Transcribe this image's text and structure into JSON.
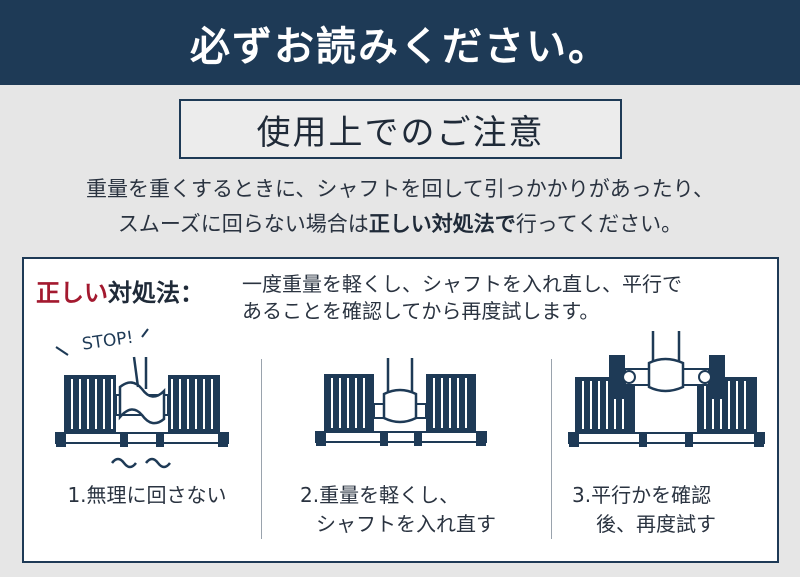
{
  "header": {
    "title": "必ずお読みください。"
  },
  "subtitle": "使用上でのご注意",
  "intro": {
    "line1": "重量を重くするときに、シャフトを回して引っかかりがあったり、",
    "line2_before": "スムーズに回らない場合は",
    "line2_bold": "正しい対処法で",
    "line2_after": "行ってください。"
  },
  "method": {
    "label_red": "正しい",
    "label_rest": "対処法：",
    "line1": "一度重量を軽くし、シャフトを入れ直し、平行で",
    "line2": "あることを確認してから再度試します。"
  },
  "steps": [
    {
      "lines": [
        "1.無理に回さない"
      ],
      "annotation": "STOP!"
    },
    {
      "lines": [
        "2.重量を軽くし、",
        "シャフトを入れ直す"
      ]
    },
    {
      "lines": [
        "3.平行かを確認",
        "後、再度試す"
      ]
    }
  ],
  "colors": {
    "navy": "#1e3a56",
    "accent_red": "#a3192f",
    "background": "#e6e6e6",
    "panel": "#ffffff"
  },
  "icons": [
    "dumbbell-stop-icon",
    "dumbbell-light-icon",
    "dumbbell-check-parallel-icon"
  ]
}
